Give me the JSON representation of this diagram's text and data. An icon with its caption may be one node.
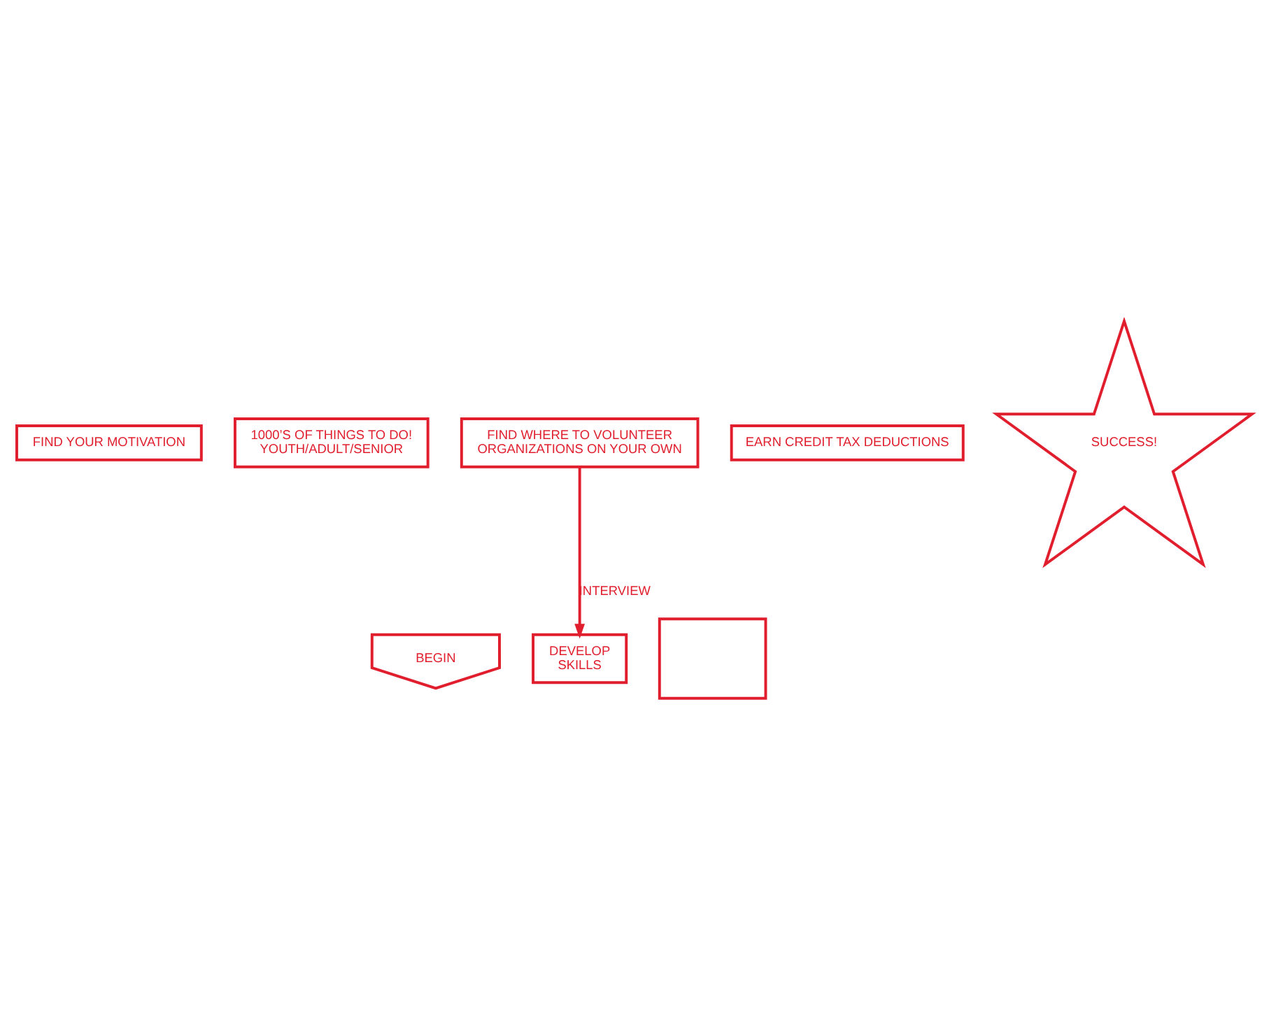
{
  "diagram": {
    "nodes": [
      {
        "text": [
          "BEGIN"
        ]
      },
      {
        "text": [
          "FIND YOUR MOTIVATION"
        ]
      },
      {
        "text": [
          "1000’S OF THINGS TO DO!",
          "YOUTH/ADULT/SENIOR"
        ]
      },
      {
        "text": [
          "FIND WHERE TO VOLUNTEER",
          "ORGANIZATIONS ON YOUR OWN"
        ]
      },
      {
        "text": [],
        "shape": "box"
      },
      {
        "text": [
          "DEVELOP",
          "SKILLS"
        ]
      },
      {
        "text": [
          "EARN CREDIT TAX DEDUCTIONS"
        ]
      },
      {
        "text": [
          "SUCCESS!"
        ]
      }
    ],
    "edges": [
      {
        "from": 3,
        "to": 5,
        "arrow": "to",
        "label": "INTERVIEW"
      }
    ]
  }
}
